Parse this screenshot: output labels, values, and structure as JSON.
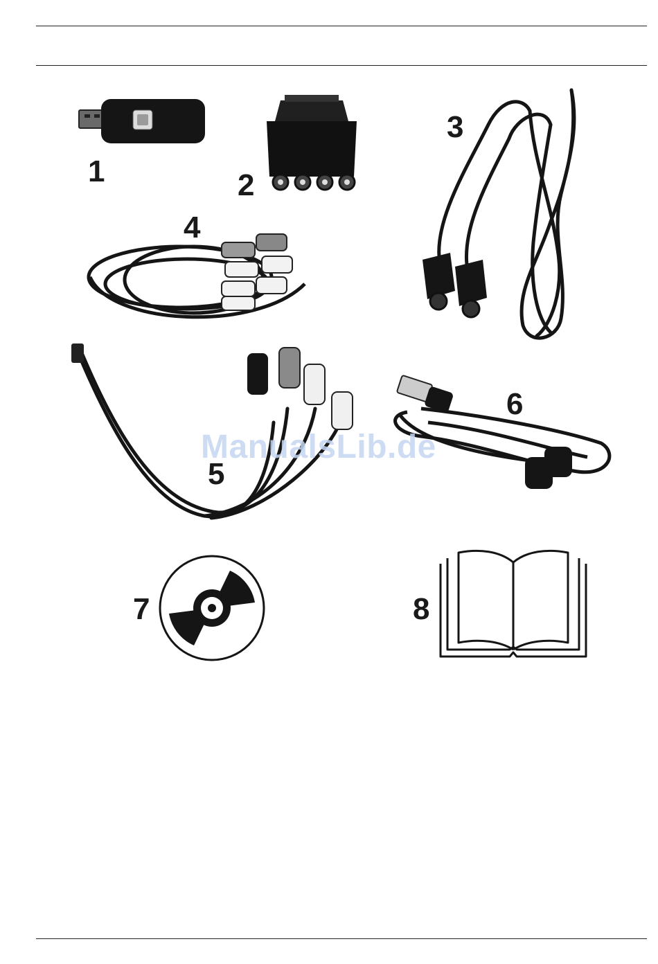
{
  "page": {
    "watermark": "ManualsLib.de"
  },
  "items": [
    {
      "number": "1",
      "icon": "usb-tv-stick-icon"
    },
    {
      "number": "2",
      "icon": "scart-adapter-icon"
    },
    {
      "number": "3",
      "icon": "s-video-cable-icon"
    },
    {
      "number": "4",
      "icon": "rca-cable-icon"
    },
    {
      "number": "5",
      "icon": "breakout-cable-icon"
    },
    {
      "number": "6",
      "icon": "usb-extension-cable-icon"
    },
    {
      "number": "7",
      "icon": "cd-rom-icon"
    },
    {
      "number": "8",
      "icon": "manual-book-icon"
    }
  ]
}
